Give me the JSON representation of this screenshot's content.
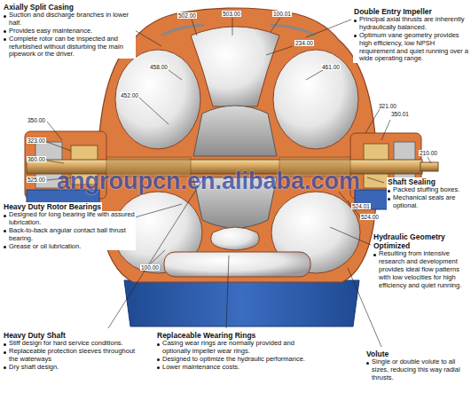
{
  "diagram": {
    "labels": [
      "Axially Split Casing",
      "Suction and discharge branches in lower half.",
      "Provides easy maintenance.",
      "Complete rotor can be inspected and refurbished without disturbing the main pipework or the driver.",
      "Double Entry Impeller",
      "Principal axial thrusts are inherently hydraulically balanced.",
      "Optimum vane geometry provides high efficiency, low NPSH requirement and quiet running over a wide operating range.",
      "Shaft Sealing",
      "Packed stuffing boxes.",
      "Mechanical seals are optional.",
      "Heavy Duty Rotor Bearings",
      "Designed for long bearing life with assured lubrication.",
      "Back-to-back angular contact ball thrust bearing.",
      "Grease or oil lubrication.",
      "Hydraulic Geometry Optimized",
      "Resulting from intensive research and development provides ideal flow patterns with low velocities for high efficiency and quiet running.",
      "Heavy Duty Shaft",
      "Stiff design for hard service conditions.",
      "Replaceable protection sleeves throughout the waterways",
      "Dry shaft design.",
      "Replaceable Wearing Rings",
      "Casing wear rings are normally provided and optionally impeller wear rings.",
      "Designed to optimize the hydraulic performance.",
      "Lower maintenance costs.",
      "Volute",
      "Single or double volute to all sizes, reducing this way radial thrusts.",
      "502.00",
      "503.00",
      "100.01",
      "234.00",
      "458.00",
      "461.00",
      "452.00",
      "321.00",
      "350.00",
      "350.01",
      "323.00",
      "360.00",
      "210.00",
      "525.00",
      "524.01",
      "524.00",
      "100.00",
      "angroupcn.en.alibaba.com"
    ]
  }
}
